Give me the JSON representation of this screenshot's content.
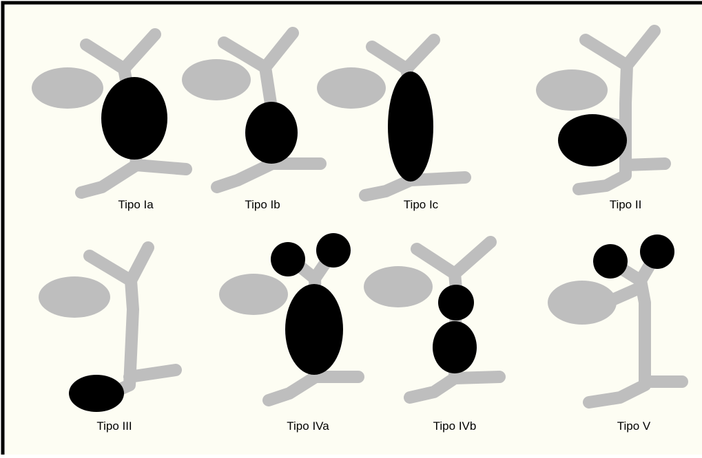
{
  "figure": {
    "background_color": "#fdfdf3",
    "border_color": "#000000",
    "duct_color": "#bebebe",
    "cyst_color": "#000000"
  },
  "panels": [
    {
      "id": "tipo-ia",
      "label": "Tipo Ia",
      "cyst_count": 1
    },
    {
      "id": "tipo-ib",
      "label": "Tipo Ib",
      "cyst_count": 1
    },
    {
      "id": "tipo-ic",
      "label": "Tipo Ic",
      "cyst_count": 1
    },
    {
      "id": "tipo-ii",
      "label": "Tipo II",
      "cyst_count": 1
    },
    {
      "id": "tipo-iii",
      "label": "Tipo III",
      "cyst_count": 1
    },
    {
      "id": "tipo-iva",
      "label": "Tipo IVa",
      "cyst_count": 3
    },
    {
      "id": "tipo-ivb",
      "label": "Tipo IVb",
      "cyst_count": 2
    },
    {
      "id": "tipo-v",
      "label": "Tipo V",
      "cyst_count": 2
    }
  ]
}
